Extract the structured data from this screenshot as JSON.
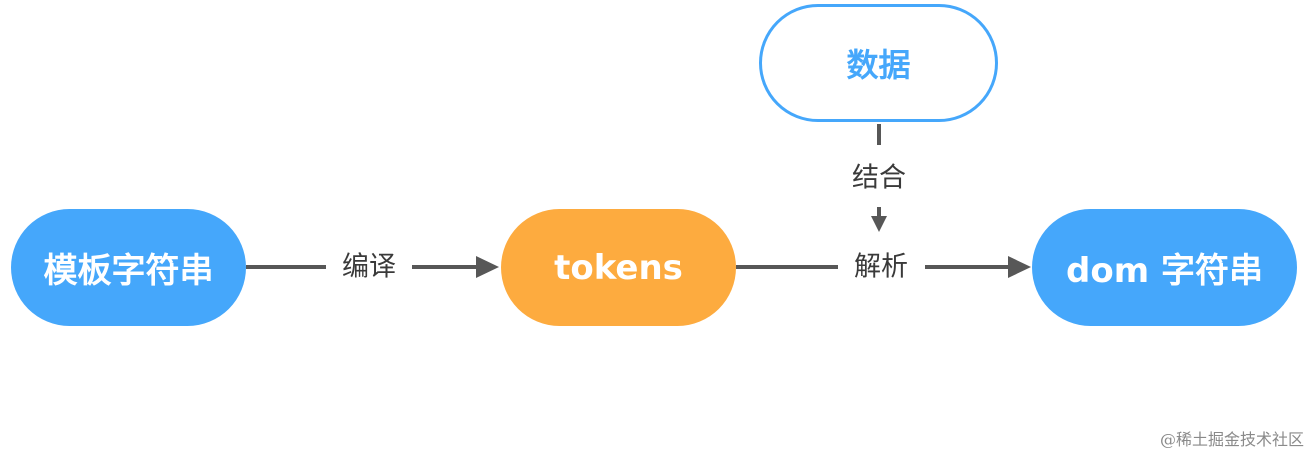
{
  "nodes": {
    "template": "模板字符串",
    "tokens": "tokens",
    "dom": "dom 字符串",
    "data": "数据"
  },
  "edges": {
    "compile": "编译",
    "parse": "解析",
    "combine": "结合"
  },
  "colors": {
    "blue": "#45a7fb",
    "orange": "#fdab3f",
    "edge": "#575757"
  },
  "watermark": "@稀土掘金技术社区"
}
